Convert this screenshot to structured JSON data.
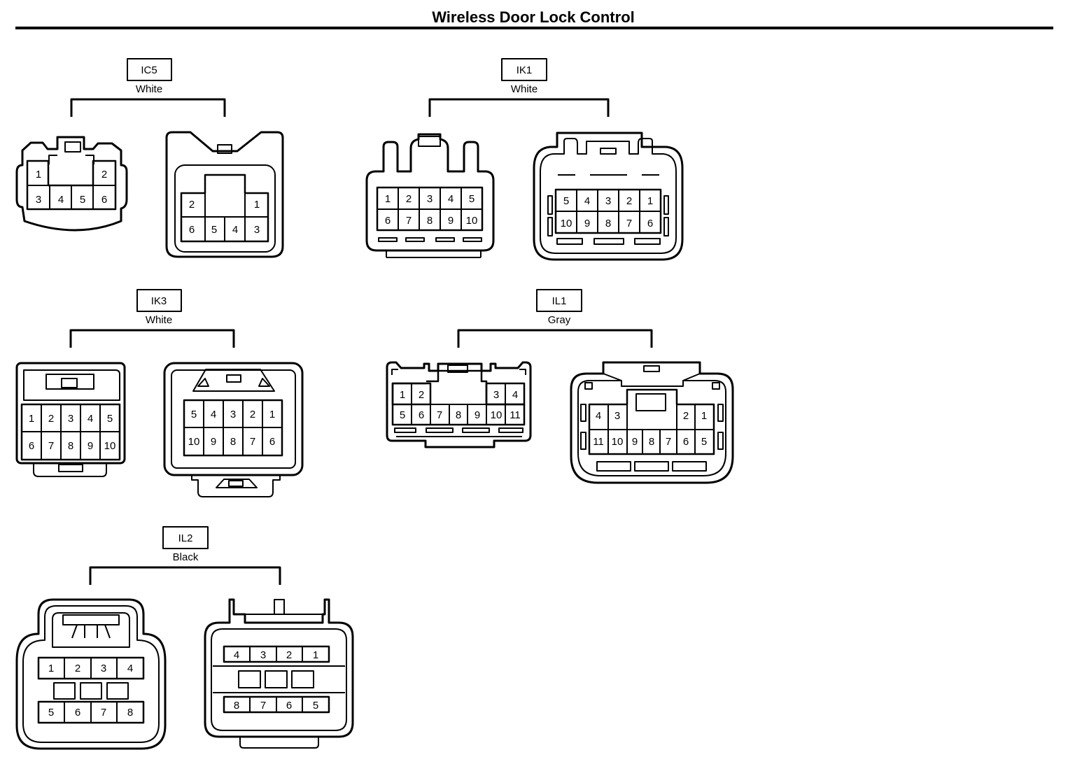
{
  "title": "Wireless Door Lock Control",
  "connectors": {
    "ic5": {
      "code": "IC5",
      "color": "White",
      "left": {
        "row1": [
          "1",
          "2"
        ],
        "row2": [
          "3",
          "4",
          "5",
          "6"
        ]
      },
      "right": {
        "row1": [
          "2",
          "1"
        ],
        "row2": [
          "6",
          "5",
          "4",
          "3"
        ]
      }
    },
    "ik1": {
      "code": "IK1",
      "color": "White",
      "left": {
        "row1": [
          "1",
          "2",
          "3",
          "4",
          "5"
        ],
        "row2": [
          "6",
          "7",
          "8",
          "9",
          "10"
        ]
      },
      "right": {
        "row1": [
          "5",
          "4",
          "3",
          "2",
          "1"
        ],
        "row2": [
          "10",
          "9",
          "8",
          "7",
          "6"
        ]
      }
    },
    "ik3": {
      "code": "IK3",
      "color": "White",
      "left": {
        "row1": [
          "1",
          "2",
          "3",
          "4",
          "5"
        ],
        "row2": [
          "6",
          "7",
          "8",
          "9",
          "10"
        ]
      },
      "right": {
        "row1": [
          "5",
          "4",
          "3",
          "2",
          "1"
        ],
        "row2": [
          "10",
          "9",
          "8",
          "7",
          "6"
        ]
      }
    },
    "il1": {
      "code": "IL1",
      "color": "Gray",
      "left": {
        "row1": [
          "1",
          "2",
          "3",
          "4"
        ],
        "row2": [
          "5",
          "6",
          "7",
          "8",
          "9",
          "10",
          "11"
        ]
      },
      "right": {
        "row1": [
          "4",
          "3",
          "2",
          "1"
        ],
        "row2": [
          "11",
          "10",
          "9",
          "8",
          "7",
          "6",
          "5"
        ]
      }
    },
    "il2": {
      "code": "IL2",
      "color": "Black",
      "left": {
        "row1": [
          "1",
          "2",
          "3",
          "4"
        ],
        "row2": [
          "5",
          "6",
          "7",
          "8"
        ]
      },
      "right": {
        "row1": [
          "4",
          "3",
          "2",
          "1"
        ],
        "row2": [
          "8",
          "7",
          "6",
          "5"
        ]
      }
    }
  }
}
